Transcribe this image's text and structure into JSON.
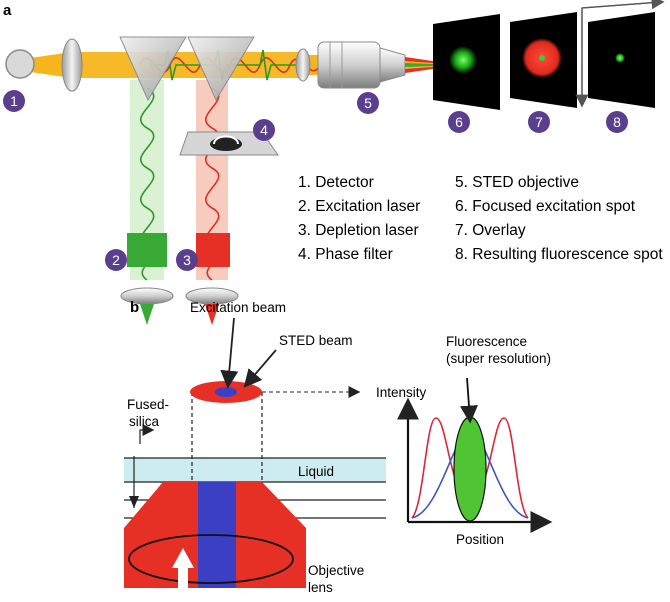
{
  "panel_a": {
    "letter": "a",
    "numbers": [
      "1",
      "2",
      "3",
      "4",
      "5",
      "6",
      "7",
      "8"
    ],
    "legend_left": [
      "1. Detector",
      "2. Excitation laser",
      "3. Depletion laser",
      "4. Phase filter"
    ],
    "legend_right": [
      "5. STED objective",
      "6. Focused excitation spot",
      "7. Overlay",
      "8. Resulting fluorescence spot"
    ]
  },
  "panel_b": {
    "letter": "b",
    "excitation_beam": "Excitation beam",
    "sted_beam": "STED beam",
    "fused_silica_1": "Fused-",
    "fused_silica_2": "silica",
    "liquid": "Liquid",
    "objective_1": "Objective",
    "objective_2": "lens",
    "intensity": "Intensity",
    "position": "Position",
    "fluorescence_1": "Fluorescence",
    "fluorescence_2": "(super resolution)"
  },
  "colors": {
    "badge": "#5b3f8f",
    "excitation_green": "#39a935",
    "depletion_red": "#e63025",
    "beam_yellow": "#f5b51b",
    "liquid_cyan": "#ccecef",
    "sted_blue": "#3b3fc4"
  }
}
